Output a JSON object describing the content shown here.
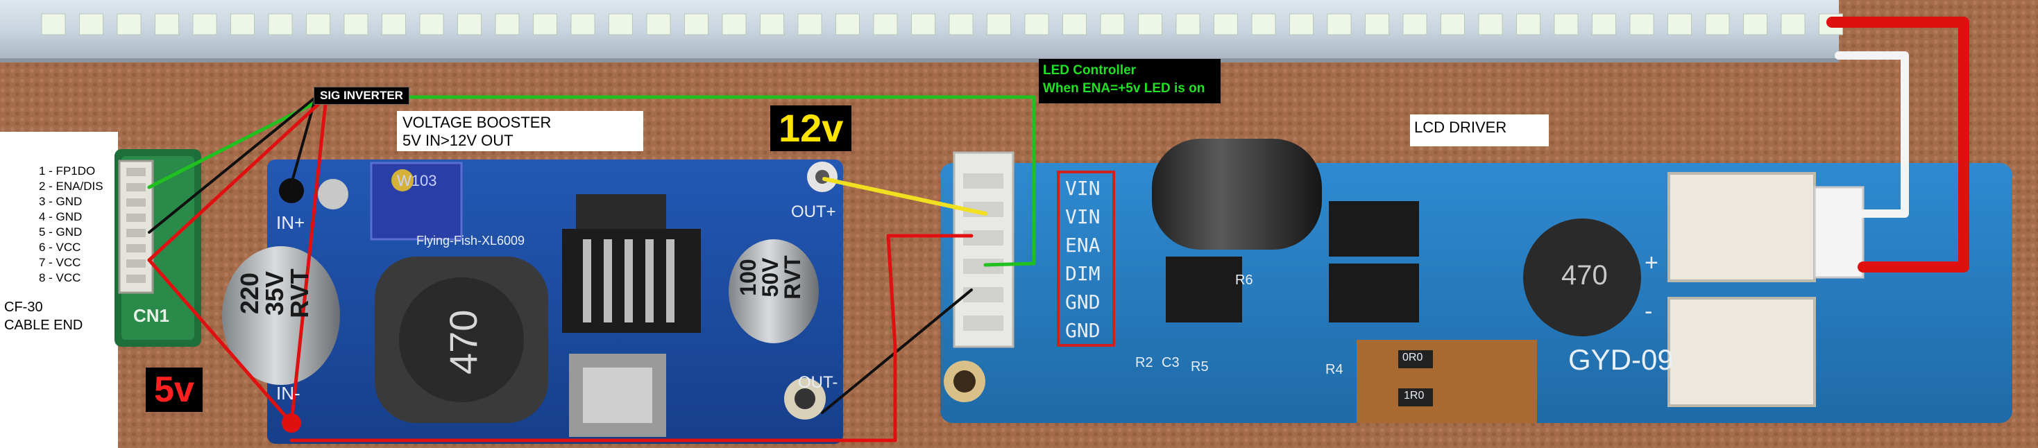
{
  "labels": {
    "sig_inverter": "SIG INVERTER",
    "voltage_booster_title": "VOLTAGE BOOSTER",
    "voltage_booster_sub": "5V IN>12V OUT",
    "v12": "12v",
    "v5": "5v",
    "led_controller_title": "LED Controller",
    "led_controller_sub": "When ENA=+5v LED is on",
    "lcd_driver": "LCD DRIVER",
    "cable_end_1": "CF-30",
    "cable_end_2": "CABLE END",
    "connector_name": "CN1"
  },
  "cable_pins": [
    "1 - FP1DO",
    "2 - ENA/DIS",
    "3 - GND",
    "4 - GND",
    "5 - GND",
    "6 - VCC",
    "7 - VCC",
    "8 - VCC"
  ],
  "booster_marks": {
    "in_plus": "IN+",
    "in_minus": "IN-",
    "out_plus": "OUT+",
    "out_minus": "OUT-",
    "chip_name": "Flying-Fish-XL6009",
    "trimmer": "W103",
    "cap1": [
      "220",
      "35V",
      "RVT"
    ],
    "cap2": [
      "100",
      "50V",
      "RVT"
    ],
    "inductor": "470"
  },
  "controller_pins": [
    "VIN",
    "VIN",
    "ENA",
    "DIM",
    "GND",
    "GND"
  ],
  "driver_marks": {
    "board_name": "GYD-09",
    "inductor": "470",
    "r6": "R6",
    "r2": "R2",
    "c3": "C3",
    "r5": "R5",
    "r4": "R4",
    "res1": "0R0",
    "res2": "1R0",
    "plus": "+",
    "minus": "-"
  },
  "colors": {
    "wire_red": "#e01010",
    "wire_green": "#20c020",
    "wire_yellow": "#f0e020",
    "wire_black": "#101010",
    "wire_white": "#f4f4f4",
    "pcb_blue": "#1c4fa8",
    "driver_blue": "#2a7fc4"
  }
}
